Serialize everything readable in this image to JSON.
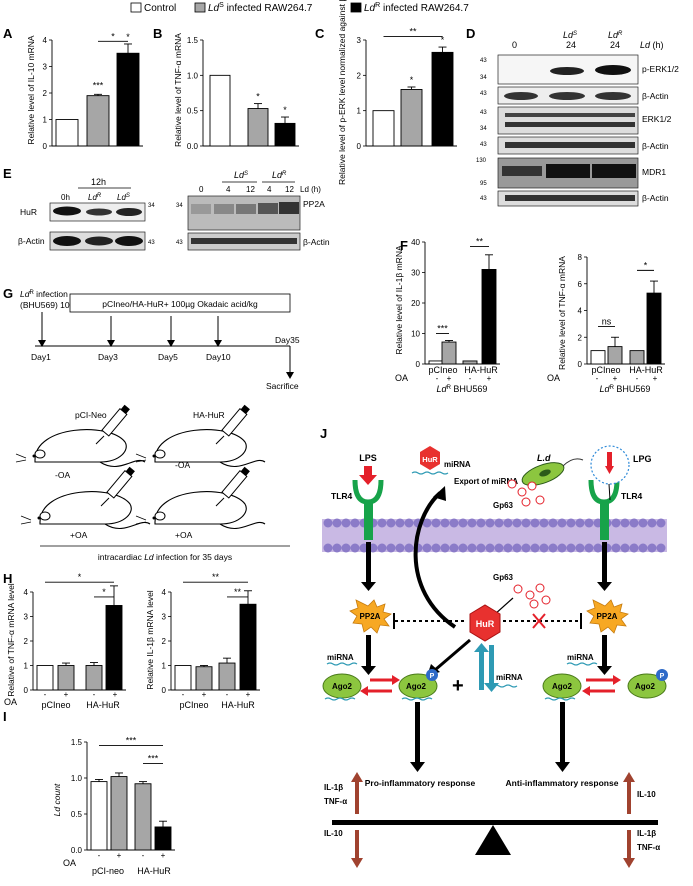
{
  "legend": {
    "control": "Control",
    "lds": "Ld",
    "lds_sup": "S",
    "lds_rest": " infected RAW264.7",
    "ldr": "Ld",
    "ldr_sup": "R",
    "ldr_rest": " infected RAW264.7"
  },
  "colors": {
    "control": "#ffffff",
    "lds": "#a6a6a6",
    "ldr": "#000000",
    "arrow_red": "#e4202a",
    "receptor_green": "#17a34a",
    "hur_red": "#e8312f",
    "ago_green": "#8cc63f",
    "pp2a_orange": "#f7a823",
    "membrane": "#8b7bc8",
    "teal_arrow": "#2e9ab4",
    "brown_arrow": "#a0422f"
  },
  "panel_labels": [
    "A",
    "B",
    "C",
    "D",
    "E",
    "F",
    "G",
    "H",
    "I",
    "J"
  ],
  "chart_data": [
    {
      "id": "A",
      "type": "bar",
      "ylabel": "Relative level of IL-10 mRNA",
      "categories": [
        "Control",
        "LdS",
        "LdR"
      ],
      "values": [
        1.0,
        1.9,
        3.5
      ],
      "errors": [
        0,
        0.05,
        0.35
      ],
      "yticks": [
        "0",
        "1",
        "2",
        "3",
        "4"
      ],
      "ylim": [
        0,
        4
      ],
      "annotations": [
        "***",
        "*",
        "*"
      ]
    },
    {
      "id": "B",
      "type": "bar",
      "ylabel": "Relative level of TNF-α mRNA",
      "categories": [
        "Control",
        "LdS",
        "LdR"
      ],
      "values": [
        1.0,
        0.53,
        0.32
      ],
      "errors": [
        0,
        0.07,
        0.09
      ],
      "yticks": [
        "0.0",
        "0.5",
        "1.0",
        "1.5"
      ],
      "ylim": [
        0,
        1.5
      ],
      "annotations": [
        "*",
        "*"
      ]
    },
    {
      "id": "C",
      "type": "bar",
      "ylabel": "Relative level of p-ERK level normalized against β-Actin",
      "categories": [
        "Control",
        "LdS",
        "LdR"
      ],
      "values": [
        1.0,
        1.6,
        2.65
      ],
      "errors": [
        0,
        0.07,
        0.15
      ],
      "yticks": [
        "0",
        "1",
        "2",
        "3"
      ],
      "ylim": [
        0,
        3
      ],
      "annotations": [
        "*",
        "**",
        "*"
      ]
    },
    {
      "id": "F1",
      "type": "bar",
      "ylabel": "Relative level of IL-1β mRNA",
      "categories": [
        "pCIneo -",
        "pCIneo +",
        "HA-HuR -",
        "HA-HuR +"
      ],
      "values": [
        1,
        7.2,
        1,
        31
      ],
      "errors": [
        0,
        0.5,
        0,
        4.8
      ],
      "yticks": [
        "0",
        "10",
        "20",
        "30",
        "40"
      ],
      "ylim": [
        0,
        40
      ],
      "annotations": [
        "***",
        "**"
      ],
      "xlabel": "LdR BHU569"
    },
    {
      "id": "F2",
      "type": "bar",
      "ylabel": "Relative level of TNF-α mRNA",
      "categories": [
        "pCIneo -",
        "pCIneo +",
        "HA-HuR -",
        "HA-HuR +"
      ],
      "values": [
        1,
        1.3,
        1,
        5.3
      ],
      "errors": [
        0,
        0.7,
        0,
        0.9
      ],
      "yticks": [
        "0",
        "2",
        "4",
        "6",
        "8"
      ],
      "ylim": [
        0,
        8
      ],
      "annotations": [
        "ns",
        "*"
      ],
      "xlabel": "LdR BHU569"
    },
    {
      "id": "H1",
      "type": "bar",
      "ylabel": "Relative of TNF-α mRNA level",
      "categories": [
        "pCIneo -",
        "pCIneo +",
        "HA-HuR -",
        "HA-HuR +"
      ],
      "values": [
        1,
        1,
        1,
        3.45
      ],
      "errors": [
        0,
        0.1,
        0.12,
        0.8
      ],
      "yticks": [
        "0",
        "1",
        "2",
        "3",
        "4"
      ],
      "ylim": [
        0,
        4
      ],
      "annotations": [
        "*",
        "*"
      ]
    },
    {
      "id": "H2",
      "type": "bar",
      "ylabel": "Relative IL-1β mRNA level",
      "categories": [
        "pCIneo -",
        "pCIneo +",
        "HA-HuR -",
        "HA-HuR +"
      ],
      "values": [
        1,
        0.95,
        1.1,
        3.5
      ],
      "errors": [
        0,
        0.05,
        0.2,
        0.55
      ],
      "yticks": [
        "0",
        "1",
        "2",
        "3",
        "4"
      ],
      "ylim": [
        0,
        4
      ],
      "annotations": [
        "**",
        "**"
      ]
    },
    {
      "id": "I",
      "type": "bar",
      "ylabel": "Ld count",
      "categories": [
        "pCI-neo -",
        "pCI-neo +",
        "HA-HuR -",
        "HA-HuR +"
      ],
      "values": [
        0.95,
        1.02,
        0.92,
        0.32
      ],
      "errors": [
        0.03,
        0.05,
        0.03,
        0.08
      ],
      "yticks": [
        "0.0",
        "0.5",
        "1.0",
        "1.5"
      ],
      "ylim": [
        0,
        1.5
      ],
      "annotations": [
        "***",
        "***"
      ]
    }
  ],
  "panelD": {
    "time_label": "Ld (h)",
    "lanes": [
      "0",
      "24",
      "24"
    ],
    "lane_headers": [
      "",
      "Ld",
      "Ld"
    ],
    "lane_sups": [
      "",
      "S",
      "R"
    ],
    "bands": [
      "p-ERK1/2",
      "β-Actin",
      "ERK1/2",
      "β-Actin",
      "MDR1",
      "β-Actin"
    ],
    "mw": [
      "43",
      "34",
      "43",
      "43",
      "34",
      "43",
      "130",
      "95",
      "43"
    ]
  },
  "panelE": {
    "left_hdr_time": "12h",
    "left_lanes": [
      "0h",
      "Ld",
      "Ld"
    ],
    "left_sups": [
      "",
      "R",
      "S"
    ],
    "left_bands": [
      "HuR",
      "β-Actin"
    ],
    "left_mw": [
      "34",
      "43"
    ],
    "right_groups": [
      "Ld",
      "Ld"
    ],
    "right_sups": [
      "S",
      "R"
    ],
    "right_lanes": [
      "0",
      "4",
      "12",
      "4",
      "12"
    ],
    "right_time": "Ld (h)",
    "right_bands": [
      "PP2A",
      "β-Actin"
    ],
    "right_mw": [
      "34",
      "43"
    ]
  },
  "panelF": {
    "oa_label": "OA",
    "signs": [
      "-",
      "+",
      "-",
      "+"
    ],
    "groups": [
      "pCIneo",
      "HA-HuR"
    ],
    "xlabel_main": "Ld",
    "xlabel_sup": "R",
    "xlabel_rest": " BHU569"
  },
  "panelG": {
    "infection_main": "Ld",
    "infection_sup": "R",
    "infection_rest": " infection",
    "strain": "(BHU569) 10^7",
    "treatment": "pCIneo/HA-HuR+ 100µg Okadaic acid/kg",
    "days": [
      "Day1",
      "Day3",
      "Day5",
      "Day10",
      "Day35"
    ],
    "sacrifice": "Sacrifice",
    "group_left": "pCI-Neo",
    "group_right": "HA-HuR",
    "minus_oa": "-OA",
    "plus_oa": "+OA",
    "caption_pre": "intracardiac ",
    "caption_ld": "Ld",
    "caption_post": " infection for 35 days"
  },
  "panelH": {
    "oa_label": "OA",
    "signs": [
      "-",
      "+",
      "-",
      "+"
    ],
    "groups": [
      "pCIneo",
      "HA-HuR"
    ]
  },
  "panelI": {
    "oa_label": "OA",
    "signs": [
      "-",
      "+",
      "-",
      "+"
    ],
    "groups": [
      "pCI-neo",
      "HA-HuR"
    ]
  },
  "panelJ": {
    "lps": "LPS",
    "hur": "HuR",
    "mirna": "miRNA",
    "export": "Export of miRNA",
    "ld": "L.d",
    "lpg": "LPG",
    "gp63": "Gp63",
    "tlr4": "TLR4",
    "pp2a": "PP2A",
    "ago2": "Ago2",
    "p": "P",
    "plus": "+",
    "il1b": "IL-1β",
    "tnfa": "TNF-α",
    "il10": "IL-10",
    "pro": "Pro-inflammatory response",
    "anti": "Anti-inflammatory response"
  }
}
